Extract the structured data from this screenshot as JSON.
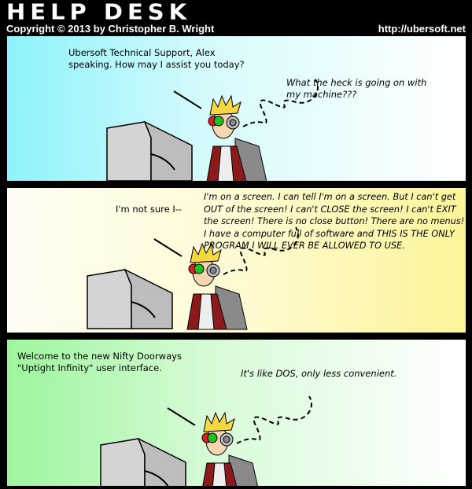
{
  "header": {
    "title": "HELP DESK",
    "copyright": "Copyright © 2013 by Christopher B. Wright",
    "url": "http://ubersoft.net"
  },
  "panels": [
    {
      "left_speech": "Ubersoft Technical Support, Alex speaking. How may I assist you today?",
      "right_speech": "What the heck is going on with my machine???"
    },
    {
      "left_speech": "I'm not sure I--",
      "right_speech": "I'm on a screen. I can tell I'm on a screen. But I can't get OUT of the screen! I can't CLOSE the screen! I can't EXIT the screen! There is no close button! There are no menus! I have a computer full of software and THIS IS THE ONLY PROGRAM I WILL EVER BE ALLOWED TO USE."
    },
    {
      "left_speech": "Welcome to the new Nifty Doorways \"Uptight Infinity\" user interface.",
      "right_speech": "It's like DOS, only less convenient."
    }
  ]
}
